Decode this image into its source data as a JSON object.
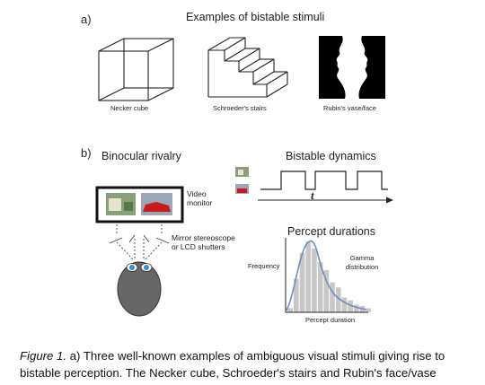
{
  "panel_a": {
    "label": "a)",
    "title": "Examples of bistable stimuli",
    "items": [
      {
        "caption": "Necker cube"
      },
      {
        "caption": "Schroeder's stairs"
      },
      {
        "caption": "Rubin's vase/face"
      }
    ]
  },
  "panel_b": {
    "label": "b)",
    "rivalry_title": "Binocular rivalry",
    "video_label_1": "Video",
    "video_label_2": "monitor",
    "mirror_label_1": "Mirror stereoscope",
    "mirror_label_2": "or LCD shutters",
    "dynamics_title": "Bistable dynamics",
    "time_symbol": "t",
    "durations_title": "Percept durations",
    "y_label": "Frequency",
    "x_label": "Percept duration",
    "fit_label_1": "Gamma",
    "fit_label_2": "distribution"
  },
  "chart_data": {
    "type": "bar",
    "title": "Percept durations",
    "xlabel": "Percept duration",
    "ylabel": "Frequency",
    "values": [
      0.06,
      0.47,
      0.83,
      0.99,
      0.89,
      0.7,
      0.59,
      0.42,
      0.35,
      0.21,
      0.17,
      0.11,
      0.09,
      0.06
    ],
    "series": [
      {
        "name": "Gamma distribution",
        "type": "line"
      }
    ]
  },
  "caption": {
    "figure_label": "Figure 1.",
    "line1": " a) Three well-known examples of ambiguous visual stimuli giving rise to",
    "line2": "bistable perception. The Necker cube, Schroeder's stairs and Rubin's face/vase"
  }
}
